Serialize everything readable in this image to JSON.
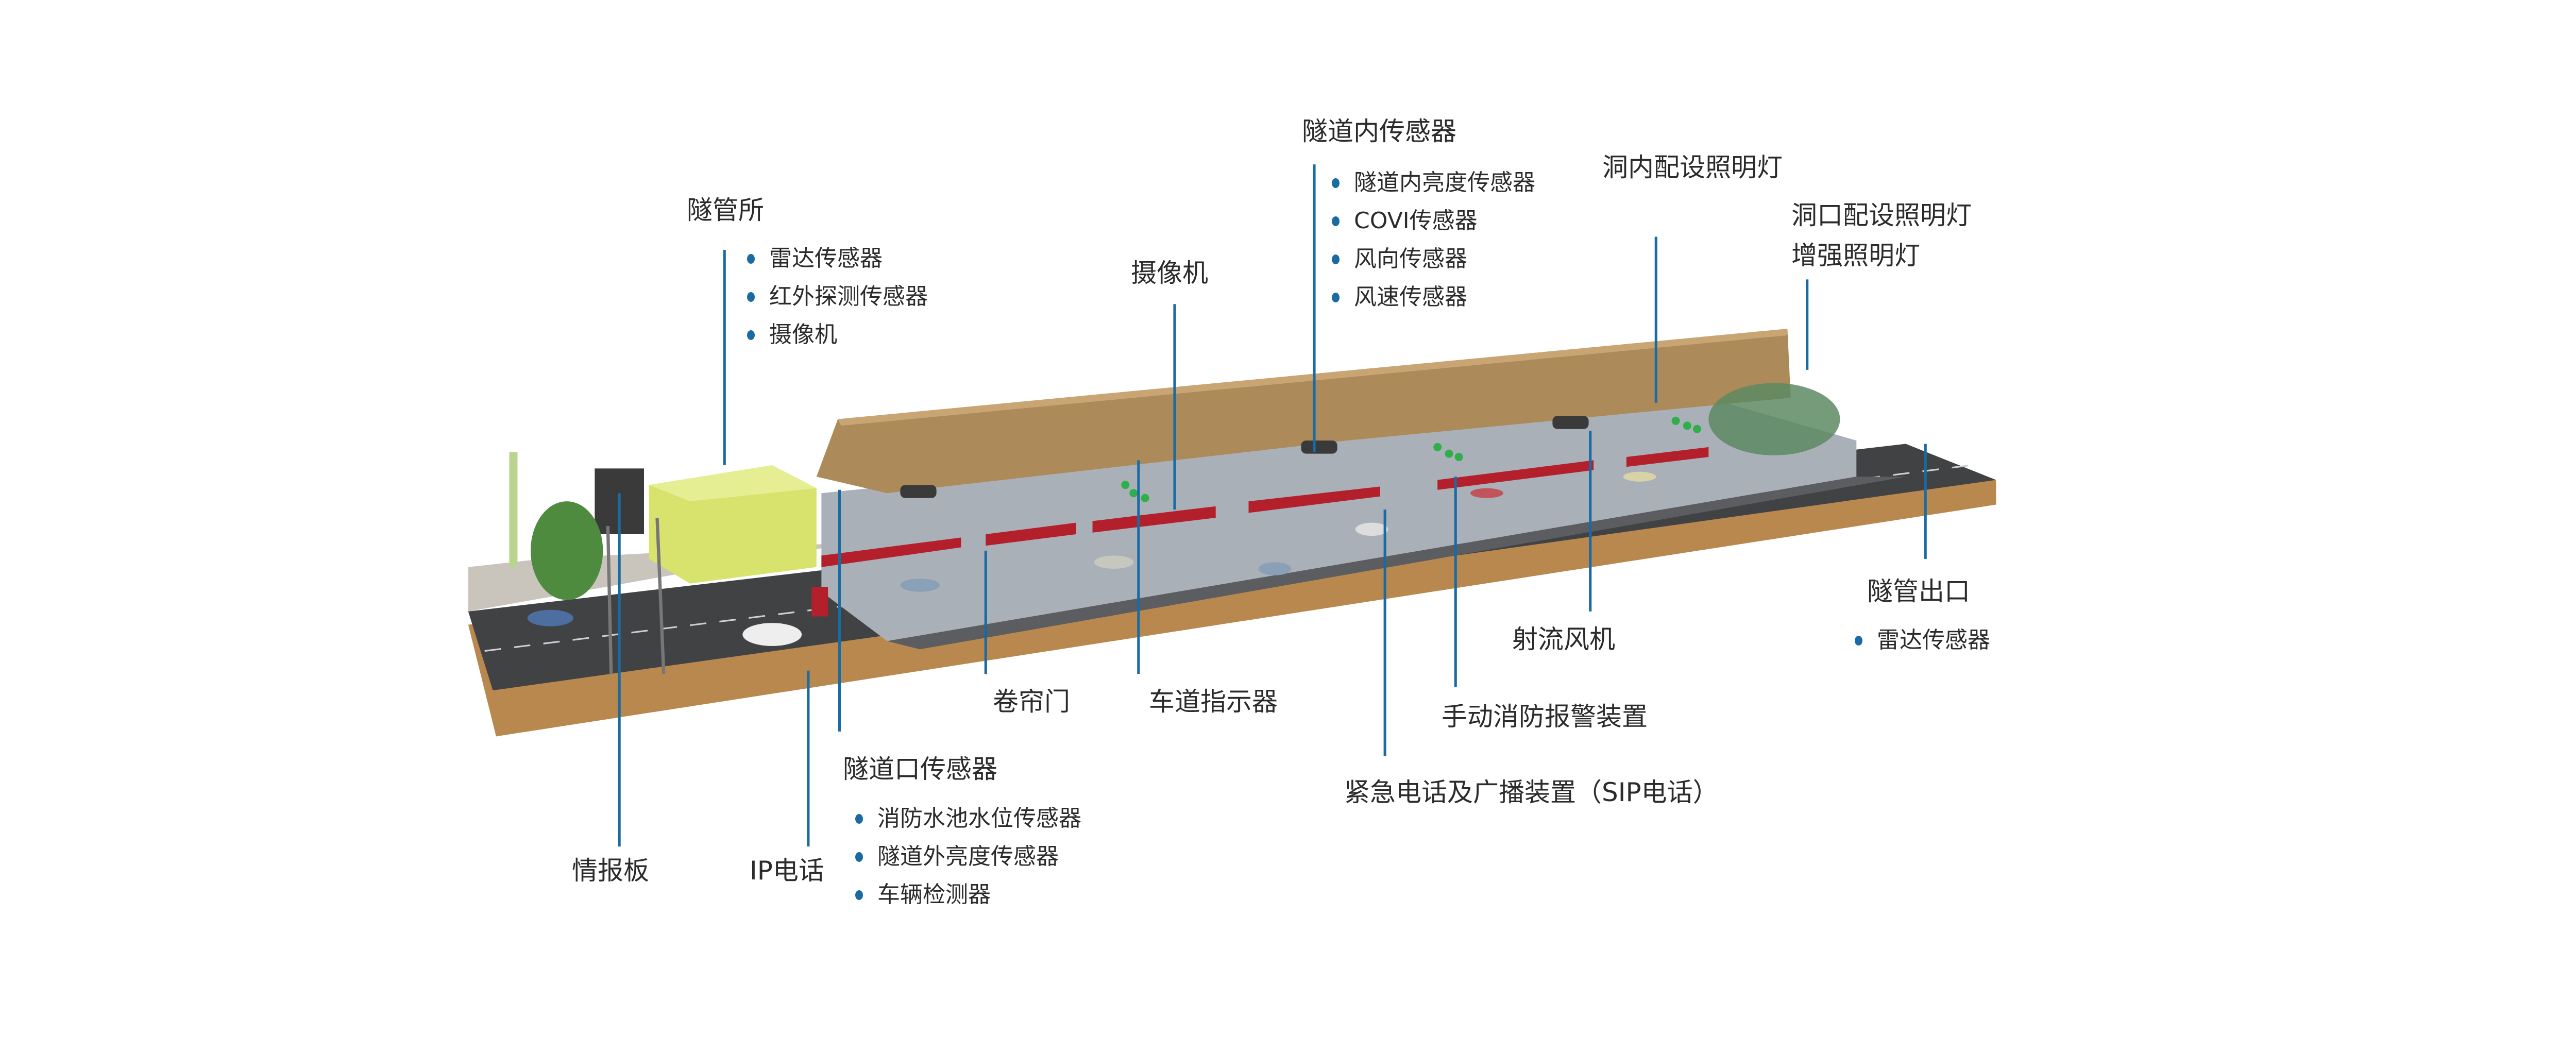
{
  "colors": {
    "leader_line": "#1a6aa3",
    "bullet": "#1a6aa3",
    "earth": "#b08a58",
    "road": "#3c3c3c",
    "wall": "#a6adb5",
    "barrier": "#b3202c"
  },
  "labels": {
    "tunnel_station": {
      "title": "隧管所",
      "items": [
        "雷达传感器",
        "红外探测传感器",
        "摄像机"
      ]
    },
    "camera": {
      "title": "摄像机"
    },
    "inner_sensors": {
      "title": "隧道内传感器",
      "items": [
        "隧道内亮度传感器",
        "COVI传感器",
        "风向传感器",
        "风速传感器"
      ]
    },
    "inner_lighting": {
      "title": "洞内配设照明灯"
    },
    "portal_lighting": {
      "title": "洞口配设照明灯",
      "subtitle": "增强照明灯"
    },
    "tunnel_exit": {
      "title": "隧管出口",
      "items": [
        "雷达传感器"
      ]
    },
    "jet_fan": {
      "title": "射流风机"
    },
    "manual_fire_alarm": {
      "title": "手动消防报警装置"
    },
    "emergency_phone": {
      "title": "紧急电话及广播装置（SIP电话）"
    },
    "lane_indicator": {
      "title": "车道指示器"
    },
    "roller_door": {
      "title": "卷帘门"
    },
    "portal_sensors": {
      "title": "隧道口传感器",
      "items": [
        "消防水池水位传感器",
        "隧道外亮度传感器",
        "车辆检测器"
      ]
    },
    "ip_phone": {
      "title": "IP电话"
    },
    "info_board": {
      "title": "情报板"
    }
  }
}
